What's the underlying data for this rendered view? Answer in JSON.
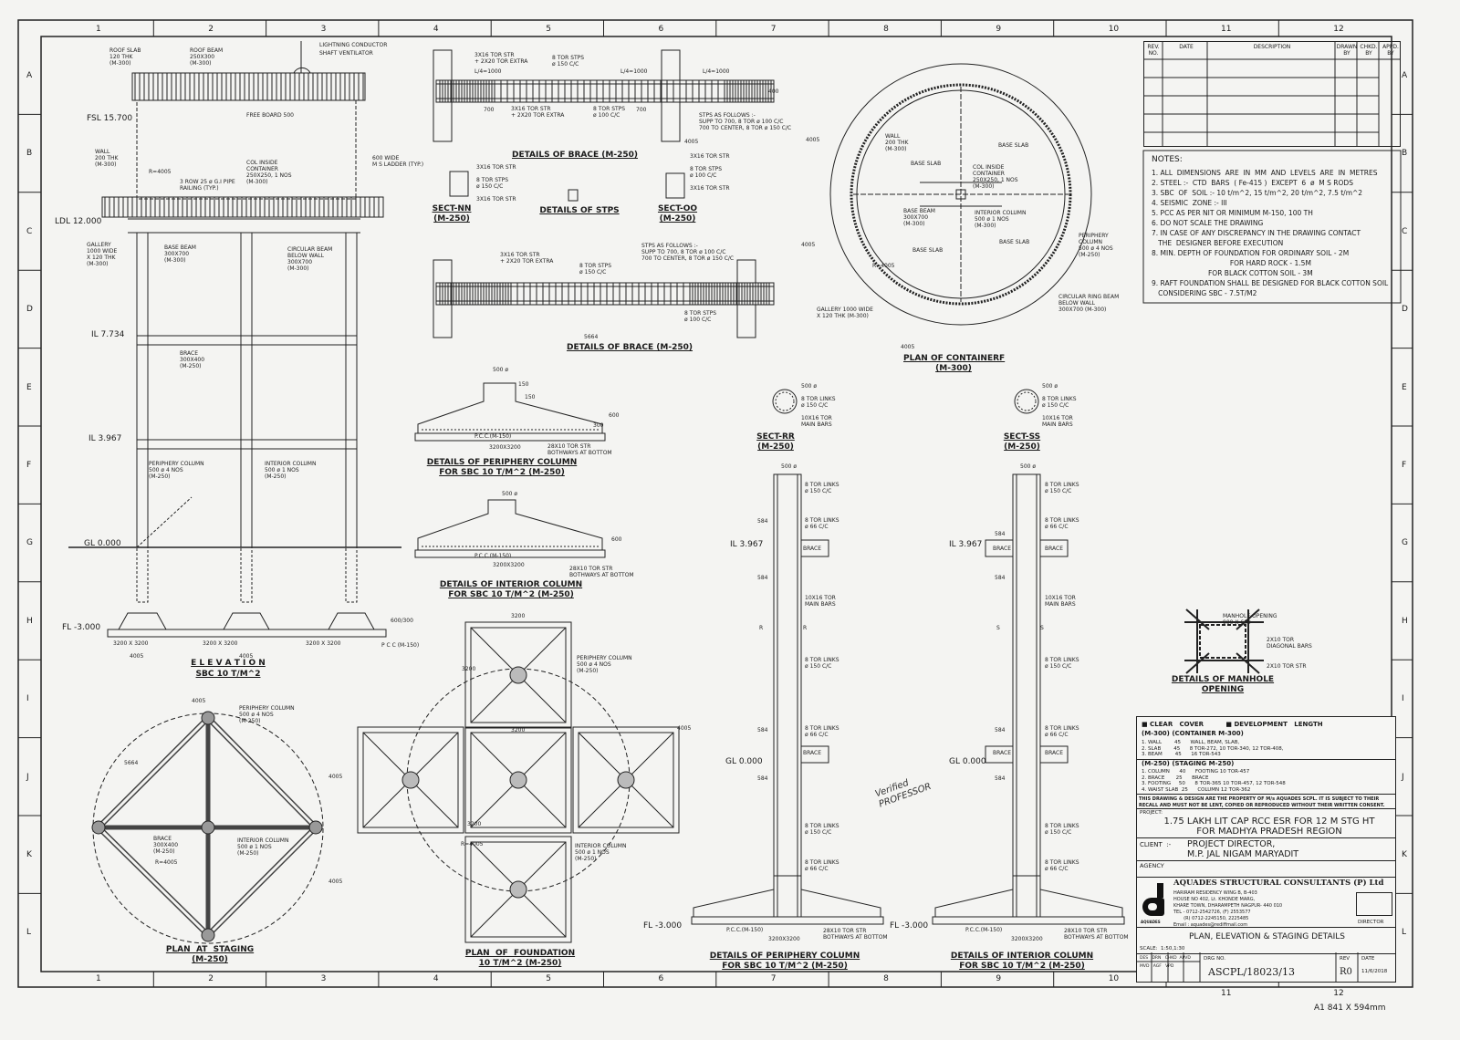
{
  "grid": {
    "columns": [
      "1",
      "2",
      "3",
      "4",
      "5",
      "6",
      "7",
      "8",
      "9",
      "10",
      "11",
      "12"
    ],
    "rows": [
      "A",
      "B",
      "C",
      "D",
      "E",
      "F",
      "G",
      "H",
      "I",
      "J",
      "K",
      "L"
    ]
  },
  "revision_table": {
    "headers": [
      "REV. NO.",
      "DATE",
      "DESCRIPTION",
      "DRAWN BY",
      "CHKD. BY",
      "APPD. BY"
    ]
  },
  "notes": {
    "title": "NOTES:",
    "items": [
      "1. ALL  DIMENSIONS  ARE  IN  MM  AND  LEVELS  ARE  IN  METRES",
      "2. STEEL :-  CTD  BARS  ( Fe-415 )  EXCEPT  6  ø  M S RODS",
      "3. SBC  OF  SOIL :- 10 t/m^2, 15 t/m^2, 20 t/m^2, 7.5 t/m^2",
      "4. SEISMIC  ZONE :- III",
      "5. PCC AS PER NIT OR MINIMUM M-150, 100 TH",
      "6. DO NOT SCALE THE DRAWING",
      "7. IN CASE OF ANY DISCREPANCY IN THE DRAWING CONTACT\n   THE  DESIGNER BEFORE EXECUTION",
      "8. MIN. DEPTH OF FOUNDATION FOR ORDINARY SOIL - 2M\n                                    FOR HARD ROCK - 1.5M\n                          FOR BLACK COTTON SOIL - 3M",
      "9. RAFT FOUNDATION SHALL BE DESIGNED FOR BLACK COTTON SOIL\n   CONSIDERING SBC - 7.5T/M2"
    ]
  },
  "elevation": {
    "title": "E L E V A T I O N",
    "subtitle": "SBC 10 T/M^2",
    "levels": [
      "FSL 15.700",
      "LDL 12.000",
      "IL 7.734",
      "IL 3.967",
      "GL 0.000",
      "FL -3.000"
    ],
    "labels": [
      "ROOF SLAB\n120 THK\n(M-300)",
      "ROOF BEAM\n250X300\n(M-300)",
      "LIGHTNING CONDUCTOR",
      "SHAFT VENTILATOR",
      "FREE BOARD 500",
      "WALL\n200 THK\n(M-300)",
      "R=4005",
      "COL INSIDE\nCONTAINER\n250X250, 1 NOS\n(M-300)",
      "3 ROW 25 ø G.I PIPE\nRAILING (TYP.)",
      "600 WIDE\nM S LADDER (TYP.)",
      "GALLERY\n1000 WIDE\nX 120 THK\n(M-300)",
      "BASE BEAM\n300X700\n(M-300)",
      "CIRCULAR BEAM\nBELOW WALL\n300X700\n(M-300)",
      "BRACE\n300X400\n(M-250)",
      "PERIPHERY COLUMN\n500 ø 4 NOS\n(M-250)",
      "INTERIOR COLUMN\n500 ø 1 NOS\n(M-250)",
      "3200 X 3200",
      "3200 X 3200",
      "3200 X 3200",
      "4005",
      "4005",
      "P C C (M-150)",
      "600/300"
    ]
  },
  "brace1": {
    "title": "DETAILS OF BRACE (M-250)",
    "labels": [
      "3X16 TOR STR\n+ 2X20 TOR EXTRA",
      "8 TOR STPS\nø 150 C/C",
      "L/4=1000",
      "L/4=1000",
      "L/4=1000",
      "3X16 TOR STR\n+ 2X20 TOR EXTRA",
      "8 TOR STPS\nø 100 C/C",
      "STPS AS FOLLOWS :-\nSUPP TO 700, 8 TOR ø 100 C/C\n700 TO CENTER, 8 TOR ø 150 C/C",
      "4005",
      "700",
      "700",
      "400"
    ]
  },
  "sections": {
    "nn": "SECT-NN\n(M-250)",
    "stps": "DETAILS OF STPS",
    "oo": "SECT-OO\n(M-250)",
    "nn_labels": "3X16 TOR STR\n\n8 TOR STPS\nø 150 C/C\n\n3X16 TOR STR",
    "oo_labels": "3X16 TOR STR\n\n8 TOR STPS\nø 100 C/C\n\n3X16 TOR STR"
  },
  "brace2": {
    "title": "DETAILS OF BRACE (M-250)",
    "labels": [
      "3X16 TOR STR\n+ 2X20 TOR EXTRA",
      "8 TOR STPS\nø 150 C/C",
      "STPS AS FOLLOWS :-\nSUPP TO 700, 8 TOR ø 100 C/C\n700 TO CENTER, 8 TOR ø 150 C/C",
      "8 TOR STPS\nø 100 C/C",
      "5664"
    ]
  },
  "container": {
    "title": "PLAN OF CONTAINERF\n(M-300)",
    "labels": [
      "WALL\n200 THK\n(M-300)",
      "COL INSIDE\nCONTAINER\n250X250, 1 NOS\n(M-300)",
      "BASE SLAB",
      "BASE SLAB",
      "BASE SLAB",
      "BASE SLAB",
      "BASE BEAM\n300X700\n(M-300)",
      "INTERIOR COLUMN\n500 ø 1 NOS\n(M-300)",
      "R=4005",
      "PERIPHERY\nCOLUMN\n500 ø 4 NOS\n(M-250)",
      "CIRCULAR RING BEAM\nBELOW WALL\n300X700 (M-300)",
      "GALLERY 1000 WIDE\nX 120 THK (M-300)",
      "4005",
      "4005",
      "4005"
    ]
  },
  "footing_periphery": {
    "title": "DETAILS OF PERIPHERY COLUMN\nFOR SBC 10 T/M^2 (M-250)",
    "labels": [
      "500 ø",
      "150",
      "150",
      "300",
      "600",
      "P.C.C.(M-150)",
      "3200X3200",
      "28X10 TOR STR\nBOTHWAYS AT BOTTOM"
    ]
  },
  "footing_interior": {
    "title": "DETAILS OF INTERIOR COLUMN\nFOR SBC 10 T/M^2 (M-250)",
    "labels": [
      "500 ø",
      "600",
      "P.C.C.(M-150)",
      "3200X3200",
      "28X10 TOR STR\nBOTHWAYS AT BOTTOM"
    ]
  },
  "staging": {
    "title": "PLAN  AT  STAGING\n(M-250)",
    "labels": [
      "4005",
      "PERIPHERY COLUMN\n500 ø 4 NOS\n(M-250)",
      "5664",
      "BRACE\n300X400\n(M-250)",
      "R=4005",
      "INTERIOR COLUMN\n500 ø 1 NOS\n(M-250)",
      "4005",
      "4005"
    ]
  },
  "foundation": {
    "title": "PLAN  OF  FOUNDATION\n10 T/M^2 (M-250)",
    "labels": [
      "3200",
      "3200",
      "PERIPHERY COLUMN\n500 ø 4 NOS\n(M-250)",
      "3200",
      "R=4005",
      "3200",
      "INTERIOR COLUMN\n500 ø 1 NOS\n(M-250)",
      "4005"
    ]
  },
  "sect_rr": {
    "title": "SECT-RR\n(M-250)",
    "labels": "500 ø\n\n8 TOR LINKS\nø 150 C/C\n\n10X16 TOR\nMAIN BARS"
  },
  "sect_ss": {
    "title": "SECT-SS\n(M-250)",
    "labels": "500 ø\n\n8 TOR LINKS\nø 150 C/C\n\n10X16 TOR\nMAIN BARS"
  },
  "col_periphery": {
    "title": "DETAILS OF PERIPHERY COLUMN\nFOR SBC 10 T/M^2 (M-250)",
    "levels": [
      "IL 3.967",
      "GL 0.000",
      "FL -3.000"
    ],
    "labels": [
      "500 ø",
      "8 TOR LINKS\nø 150 C/C",
      "8 TOR LINKS\nø 66 C/C",
      "BRACE",
      "10X16 TOR\nMAIN BARS",
      "8 TOR LINKS\nø 150 C/C",
      "8 TOR LINKS\nø 66 C/C",
      "BRACE",
      "8 TOR LINKS\nø 150 C/C",
      "8 TOR LINKS\nø 66 C/C",
      "584",
      "584",
      "584",
      "584",
      "3200X3200",
      "P.C.C.(M-150)",
      "28X10 TOR STR\nBOTHWAYS AT BOTTOM",
      "R",
      "R"
    ]
  },
  "col_interior": {
    "title": "DETAILS OF INTERIOR COLUMN\nFOR SBC 10 T/M^2 (M-250)",
    "levels": [
      "IL 3.967",
      "GL 0.000",
      "FL -3.000"
    ],
    "labels": [
      "500 ø",
      "8 TOR LINKS\nø 150 C/C",
      "8 TOR LINKS\nø 66 C/C",
      "BRACE",
      "BRACE",
      "10X16 TOR\nMAIN BARS",
      "8 TOR LINKS\nø 150 C/C",
      "8 TOR LINKS\nø 66 C/C",
      "BRACE",
      "BRACE",
      "8 TOR LINKS\nø 150 C/C",
      "8 TOR LINKS\nø 66 C/C",
      "584",
      "584",
      "584",
      "584",
      "3200X3200",
      "P.C.C.(M-150)",
      "28X10 TOR STR\nBOTHWAYS AT BOTTOM",
      "S",
      "S"
    ]
  },
  "manhole": {
    "title": "DETAILS OF MANHOLE\nOPENING",
    "labels": [
      "MANHOLE OPENING\n900 X 600",
      "2X10 TOR\nDIAGONAL BARS",
      "2X10 TOR STR"
    ]
  },
  "stamp": {
    "text": "Verified\nPROFESSOR"
  },
  "title_block": {
    "cover_head": "■ CLEAR   COVER          ■ DEVELOPMENT   LENGTH",
    "cover_sub1": "(M-300) (CONTAINER M-300)",
    "cover_rows1": "1. WALL        45      WALL, BEAM, SLAB,\n2. SLAB        45      8 TOR-272, 10 TOR-340, 12 TOR-408,\n3. BEAM        45      16 TOR-543",
    "cover_sub2": "(M-250) (STAGING M-250)",
    "cover_rows2": "1. COLUMN      40      FOOTING 10 TOR-457\n2. BRACE       25      BRACE\n3. FOOTING     50      8 TOR-365 10 TOR-457, 12 TOR-548\n4. WAIST SLAB  25      COLUMN 12 TOR-362",
    "property": "THIS DRAWING & DESIGN ARE THE PROPERTY OF M/s AQUADES SCPL. IT IS SUBJECT TO THEIR\nRECALL AND MUST NOT BE LENT, COPIED OR REPRODUCED WITHOUT THEIR WRITTEN CONSENT.",
    "project_label": "PROJECT:",
    "project": "1.75 LAKH LIT CAP RCC ESR FOR 12 M STG HT\nFOR MADHYA PRADESH REGION",
    "client_label": "CLIENT  :-",
    "client": "PROJECT DIRECTOR,\nM.P. JAL NIGAM MARYADIT",
    "agency": "AGENCY",
    "company": "AQUADES STRUCTURAL CONSULTANTS (P) Ltd",
    "logo_text": "AQUADES",
    "address": "HARIRAM RESIDENCY WING B, B-403\nHOUSE NO 402, Lt. KHONDE MARG,\nKHARE TOWN, DHARAMPETH NAGPUR- 440 010\nTEL - 0712-2542726, (F) 2553577\n       (R) 0712-2245150, 2225485\nEmail : aquades@rediffmail.com",
    "director": "DIRECTOR",
    "drawing_title": "PLAN, ELEVATION & STAGING DETAILS",
    "scale": "SCALE:  1:50,1:30",
    "sign_heads": [
      "DES",
      "DRN",
      "CHKD",
      "APVD"
    ],
    "sign_vals": [
      "MVD",
      "AGF",
      "VPD",
      ""
    ],
    "drg_label": "DRG NO.",
    "drg_no": "ASCPL/18023/13",
    "rev_label": "REV",
    "rev": "R0",
    "date_label": "DATE",
    "date": "11/6/2018"
  },
  "sheet_size": "A1  841 X 594mm"
}
